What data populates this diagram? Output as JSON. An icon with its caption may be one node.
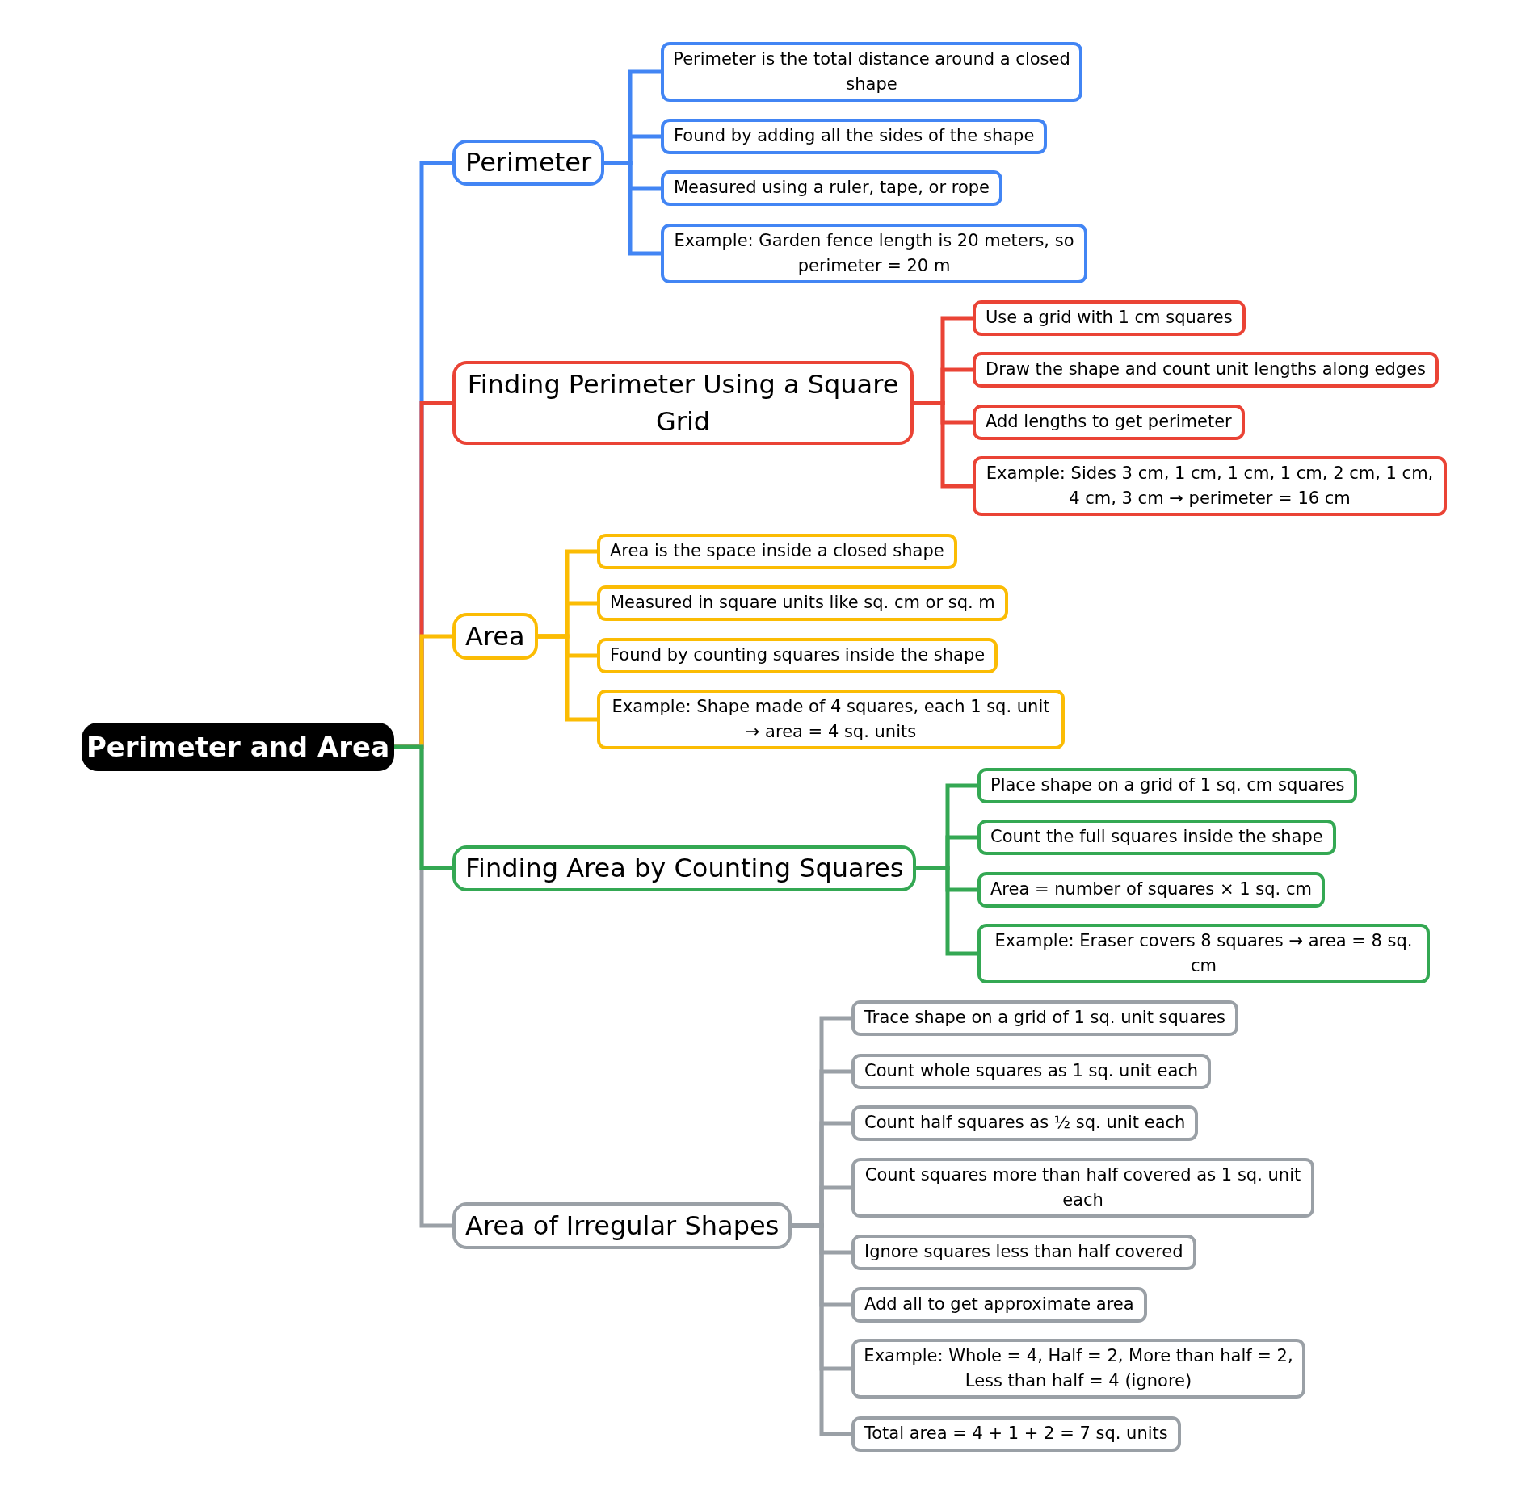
{
  "diagram": {
    "nodes": [
      {
        "text": [
          "Perimeter and Area"
        ]
      },
      {
        "text": [
          "Perimeter"
        ]
      },
      {
        "text": [
          "Perimeter is the total distance around a closed shape"
        ]
      },
      {
        "text": [
          "Found by adding all the sides of the shape"
        ]
      },
      {
        "text": [
          "Measured using a ruler, tape, or rope"
        ]
      },
      {
        "text": [
          "Example: Garden fence length is 20 meters, so perimeter = 20 m"
        ]
      },
      {
        "text": [
          "Finding Perimeter Using a Square Grid"
        ]
      },
      {
        "text": [
          "Use a grid with 1 cm squares"
        ]
      },
      {
        "text": [
          "Draw the shape and count unit lengths along edges"
        ]
      },
      {
        "text": [
          "Add lengths to get perimeter"
        ]
      },
      {
        "text": [
          "Example: Sides 3 cm, 1 cm, 1 cm, 1 cm, 2 cm, 1 cm, 4 cm, 3 cm → perimeter = 16 cm"
        ]
      },
      {
        "text": [
          "Area"
        ]
      },
      {
        "text": [
          "Area is the space inside a closed shape"
        ]
      },
      {
        "text": [
          "Measured in square units like sq. cm or sq. m"
        ]
      },
      {
        "text": [
          "Found by counting squares inside the shape"
        ]
      },
      {
        "text": [
          "Example: Shape made of 4 squares, each 1 sq. unit → area = 4 sq. units"
        ]
      },
      {
        "text": [
          "Finding Area by Counting Squares"
        ]
      },
      {
        "text": [
          "Place shape on a grid of 1 sq. cm squares"
        ]
      },
      {
        "text": [
          "Count the full squares inside the shape"
        ]
      },
      {
        "text": [
          "Area = number of squares × 1 sq. cm"
        ]
      },
      {
        "text": [
          "Example: Eraser covers 8 squares → area = 8 sq. cm"
        ]
      },
      {
        "text": [
          "Area of Irregular Shapes"
        ]
      },
      {
        "text": [
          "Trace shape on a grid of 1 sq. unit squares"
        ]
      },
      {
        "text": [
          "Count whole squares as 1 sq. unit each"
        ]
      },
      {
        "text": [
          "Count half squares as ½ sq. unit each"
        ]
      },
      {
        "text": [
          "Count squares more than half covered as 1 sq. unit each"
        ]
      },
      {
        "text": [
          "Ignore squares less than half covered"
        ]
      },
      {
        "text": [
          "Add all to get approximate area"
        ]
      },
      {
        "text": [
          "Example: Whole = 4, Half = 2, More than half = 2, Less than half = 4 (ignore)"
        ]
      },
      {
        "text": [
          "Total area = 4 + 1 + 2 = 7 sq. units"
        ]
      }
    ],
    "edges": [
      {
        "from": 0,
        "to": 1,
        "arrow": "none",
        "color": "#4285f4"
      },
      {
        "from": 0,
        "to": 6,
        "arrow": "none",
        "color": "#ea4335"
      },
      {
        "from": 0,
        "to": 11,
        "arrow": "none",
        "color": "#fbbc04"
      },
      {
        "from": 0,
        "to": 16,
        "arrow": "none",
        "color": "#34a853"
      },
      {
        "from": 0,
        "to": 21,
        "arrow": "none"
      },
      {
        "from": 1,
        "to": 2,
        "arrow": "none",
        "color": "#4285f4"
      },
      {
        "from": 1,
        "to": 3,
        "arrow": "none",
        "color": "#4285f4"
      },
      {
        "from": 1,
        "to": 4,
        "arrow": "none",
        "color": "#4285f4"
      },
      {
        "from": 1,
        "to": 5,
        "arrow": "none",
        "color": "#4285f4"
      },
      {
        "from": 6,
        "to": 7,
        "arrow": "none",
        "color": "#ea4335"
      },
      {
        "from": 6,
        "to": 8,
        "arrow": "none",
        "color": "#ea4335"
      },
      {
        "from": 6,
        "to": 9,
        "arrow": "none",
        "color": "#ea4335"
      },
      {
        "from": 6,
        "to": 10,
        "arrow": "none",
        "color": "#ea4335"
      },
      {
        "from": 11,
        "to": 12,
        "arrow": "none",
        "color": "#fbbc04"
      },
      {
        "from": 11,
        "to": 13,
        "arrow": "none",
        "color": "#fbbc04"
      },
      {
        "from": 11,
        "to": 14,
        "arrow": "none",
        "color": "#fbbc04"
      },
      {
        "from": 11,
        "to": 15,
        "arrow": "none",
        "color": "#fbbc04"
      },
      {
        "from": 16,
        "to": 17,
        "arrow": "none",
        "color": "#34a853"
      },
      {
        "from": 16,
        "to": 18,
        "arrow": "none",
        "color": "#34a853"
      },
      {
        "from": 16,
        "to": 19,
        "arrow": "none",
        "color": "#34a853"
      },
      {
        "from": 16,
        "to": 20,
        "arrow": "none",
        "color": "#34a853"
      },
      {
        "from": 21,
        "to": 22,
        "arrow": "none"
      },
      {
        "from": 21,
        "to": 23,
        "arrow": "none"
      },
      {
        "from": 21,
        "to": 24,
        "arrow": "none"
      },
      {
        "from": 21,
        "to": 25,
        "arrow": "none"
      },
      {
        "from": 21,
        "to": 26,
        "arrow": "none"
      },
      {
        "from": 21,
        "to": 27,
        "arrow": "none"
      },
      {
        "from": 21,
        "to": 28,
        "arrow": "none"
      },
      {
        "from": 21,
        "to": 29,
        "arrow": "none"
      }
    ]
  }
}
